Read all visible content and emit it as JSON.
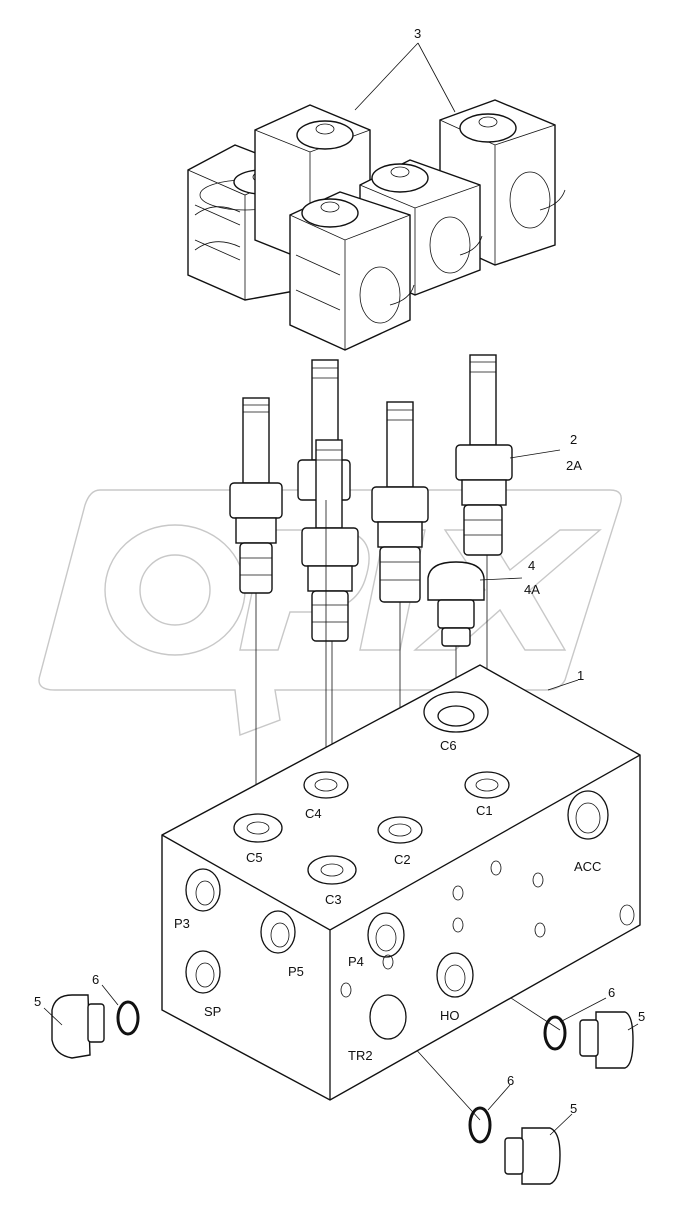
{
  "callouts": {
    "block": "1",
    "cartridge": "2",
    "cartridge_alt": "2A",
    "coils": "3",
    "plug": "4",
    "plug_alt": "4A",
    "cap_left": "5",
    "cap_right": "5",
    "cap_bottom": "5",
    "oring_left": "6",
    "oring_right": "6",
    "oring_bottom": "6"
  },
  "ports": {
    "c1": "C1",
    "c2": "C2",
    "c3": "C3",
    "c4": "C4",
    "c5": "C5",
    "c6": "C6",
    "acc": "ACC",
    "p3": "P3",
    "p4": "P4",
    "p5": "P5",
    "sp": "SP",
    "ho": "HO",
    "tr2": "TR2"
  },
  "watermark": "OPIK",
  "colors": {
    "line": "#111111",
    "watermark": "#c8c8c8",
    "background": "#ffffff"
  }
}
